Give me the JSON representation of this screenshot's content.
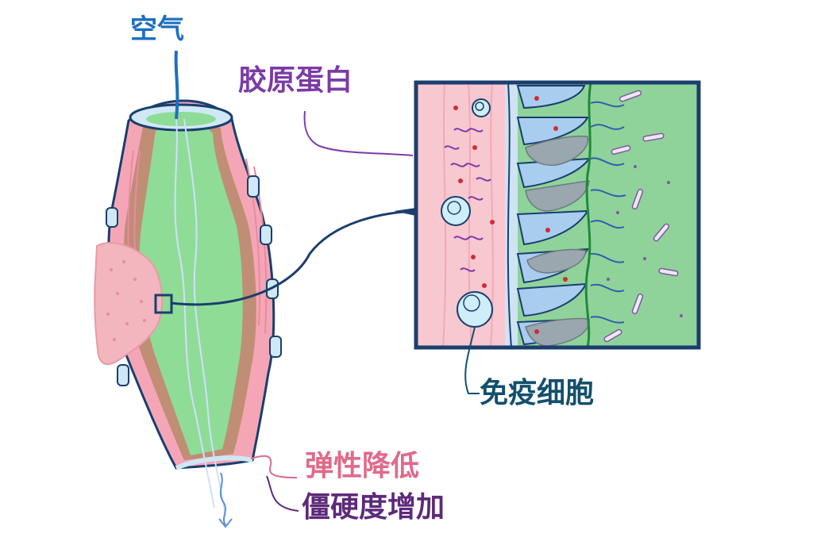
{
  "labels": {
    "air": "空气",
    "collagen": "胶原蛋白",
    "immune_cells": "免疫细胞",
    "elasticity_decrease": "弹性降低",
    "stiffness_increase": "僵硬度增加"
  },
  "colors": {
    "air": "#1c6fc0",
    "collagen": "#7b3aa8",
    "immune_cells": "#12506d",
    "elasticity_decrease": "#e06a8a",
    "stiffness_increase": "#5d2a7a",
    "airway_lumen": "#8fdc97",
    "airway_wall": "#f5a6b6",
    "outline": "#1a3e6e"
  }
}
